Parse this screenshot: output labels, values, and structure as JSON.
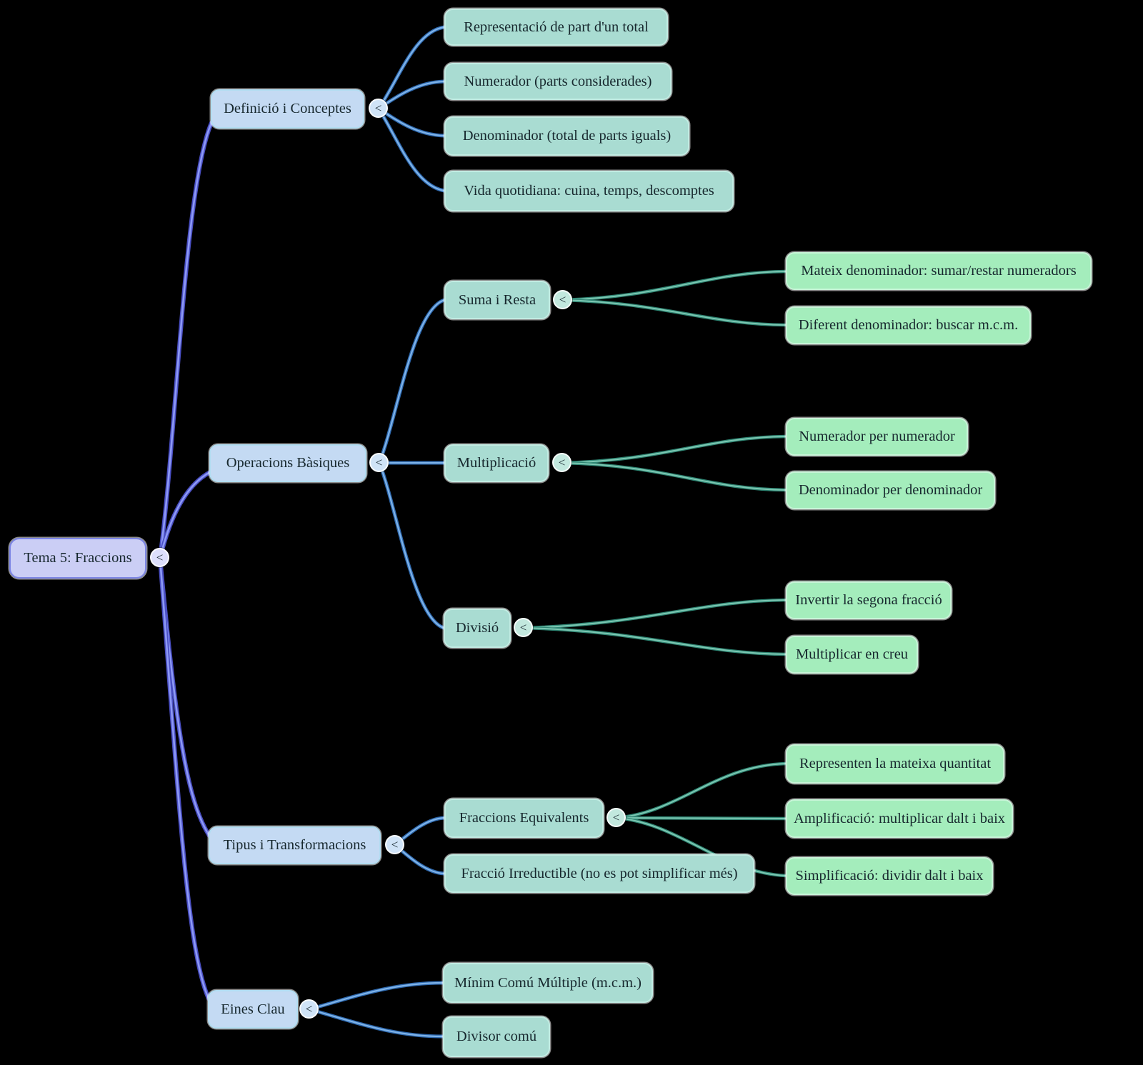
{
  "mindmap": {
    "toggle_glyph": "<",
    "palette": {
      "background": "#000000",
      "root_fill": "#cbcef5",
      "root_border": "#7b84e4",
      "level1_fill": "#c4daf3",
      "level1_border": "#b2ddf2",
      "level2_fill": "#a9dcd2",
      "level2_border": "#c2ece3",
      "level3_fill": "#a4edbc",
      "level3_border": "#c8f5d8",
      "link_root": "#4a4fc3",
      "link_root_inner": "#8d99f5",
      "link_blue": "#2f6ab0",
      "link_blue_inner": "#7fb3e8",
      "link_teal": "#2f8573",
      "link_teal_inner": "#7cc7b2",
      "text": "#17282e"
    },
    "tree": {
      "label": "Tema 5: Fraccions",
      "children": [
        {
          "label": "Definició i Conceptes",
          "children": [
            {
              "label": "Representació de part d'un total"
            },
            {
              "label": "Numerador (parts considerades)"
            },
            {
              "label": "Denominador (total de parts iguals)"
            },
            {
              "label": "Vida quotidiana: cuina, temps, descomptes"
            }
          ]
        },
        {
          "label": "Operacions Bàsiques",
          "children": [
            {
              "label": "Suma i Resta",
              "children": [
                {
                  "label": "Mateix denominador: sumar/restar numeradors"
                },
                {
                  "label": "Diferent denominador: buscar m.c.m."
                }
              ]
            },
            {
              "label": "Multiplicació",
              "children": [
                {
                  "label": "Numerador per numerador"
                },
                {
                  "label": "Denominador per denominador"
                }
              ]
            },
            {
              "label": "Divisió",
              "children": [
                {
                  "label": "Invertir la segona fracció"
                },
                {
                  "label": "Multiplicar en creu"
                }
              ]
            }
          ]
        },
        {
          "label": "Tipus i Transformacions",
          "children": [
            {
              "label": "Fraccions Equivalents",
              "children": [
                {
                  "label": "Representen la mateixa quantitat"
                },
                {
                  "label": "Amplificació: multiplicar dalt i baix"
                },
                {
                  "label": "Simplificació: dividir dalt i baix"
                }
              ]
            },
            {
              "label": "Fracció Irreductible (no es pot simplificar més)"
            }
          ]
        },
        {
          "label": "Eines Clau",
          "children": [
            {
              "label": "Mínim Comú Múltiple (m.c.m.)"
            },
            {
              "label": "Divisor comú"
            }
          ]
        }
      ]
    }
  }
}
